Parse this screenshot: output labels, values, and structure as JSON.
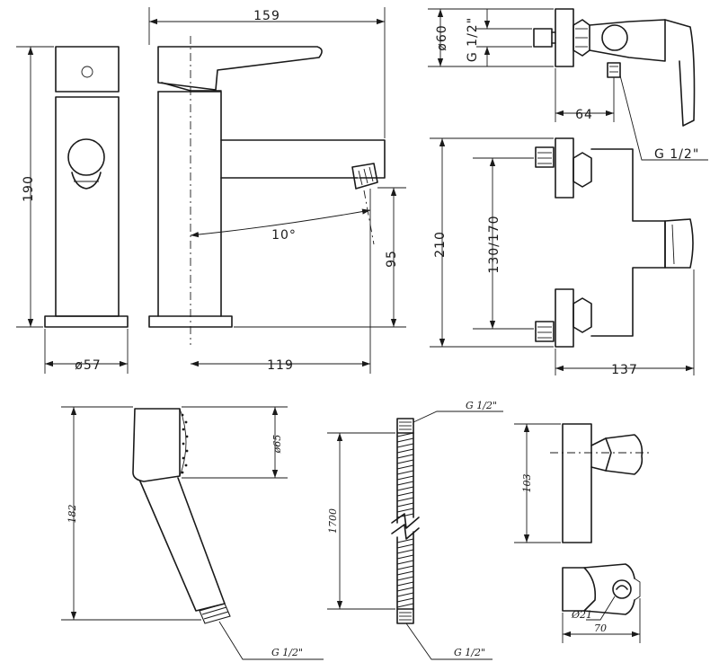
{
  "faucet_side": {
    "height": "190",
    "diameter": "ø57"
  },
  "faucet_front": {
    "length": "159",
    "angle": "10°",
    "spout_height": "95",
    "reach": "119"
  },
  "shower_mixer_top": {
    "diameter": "ø60",
    "thread_top": "G 1/2\"",
    "depth": "64",
    "thread_outlet": "G 1/2\""
  },
  "shower_mixer_front": {
    "height": "210",
    "centers": "130/170",
    "width": "137"
  },
  "hand_shower": {
    "length": "182",
    "head_diameter": "ø65",
    "thread": "G 1/2\""
  },
  "hose": {
    "length": "1700",
    "thread_top": "G 1/2\"",
    "thread_bottom": "G 1/2\""
  },
  "holder": {
    "height": "103",
    "hole": "Ø21",
    "width": "70"
  }
}
